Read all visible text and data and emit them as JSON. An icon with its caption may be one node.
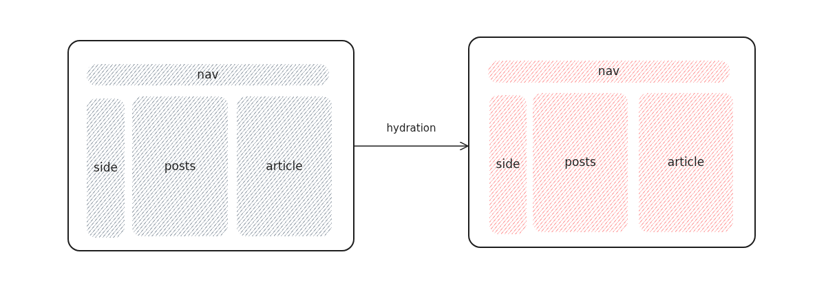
{
  "diagram": {
    "nodes": [
      {
        "text": [],
        "shape": "box"
      },
      {
        "text": [
          "nav"
        ],
        "in": 0
      },
      {
        "text": [
          "side"
        ],
        "in": 0
      },
      {
        "text": [
          "posts"
        ],
        "in": 0
      },
      {
        "text": [
          "article"
        ],
        "in": 0
      },
      {
        "text": [],
        "shape": "box"
      },
      {
        "text": [
          "nav"
        ],
        "in": 5
      },
      {
        "text": [
          "side"
        ],
        "in": 5
      },
      {
        "text": [
          "posts"
        ],
        "in": 5
      },
      {
        "text": [
          "article"
        ],
        "in": 5
      }
    ],
    "edges": [
      {
        "from": 0,
        "to": 5,
        "arrow": "to",
        "label": "hydration"
      }
    ]
  }
}
